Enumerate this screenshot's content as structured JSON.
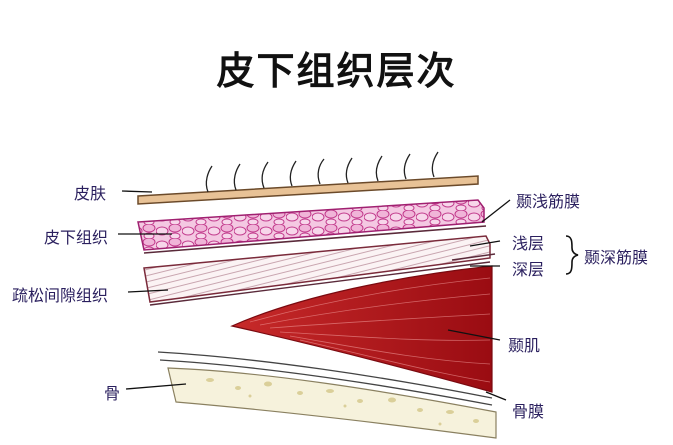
{
  "title": "皮下组织层次",
  "labels": {
    "skin": "皮肤",
    "subcutaneous": "皮下组织",
    "loose_areolar": "疏松间隙组织",
    "bone": "骨",
    "superficial_temporal_fascia": "颞浅筋膜",
    "superficial_layer": "浅层",
    "deep_layer": "深层",
    "deep_temporal_fascia": "颞深筋膜",
    "temporalis_muscle": "颞肌",
    "periosteum": "骨膜"
  },
  "colors": {
    "skin": "#e8c296",
    "fat_fill": "#f2b8d9",
    "fat_outline": "#c23a8c",
    "fascia_line": "#7a2a3a",
    "muscle": "#b2121b",
    "bone": "#f6f2dc",
    "label_text": "#2a1f5e"
  }
}
